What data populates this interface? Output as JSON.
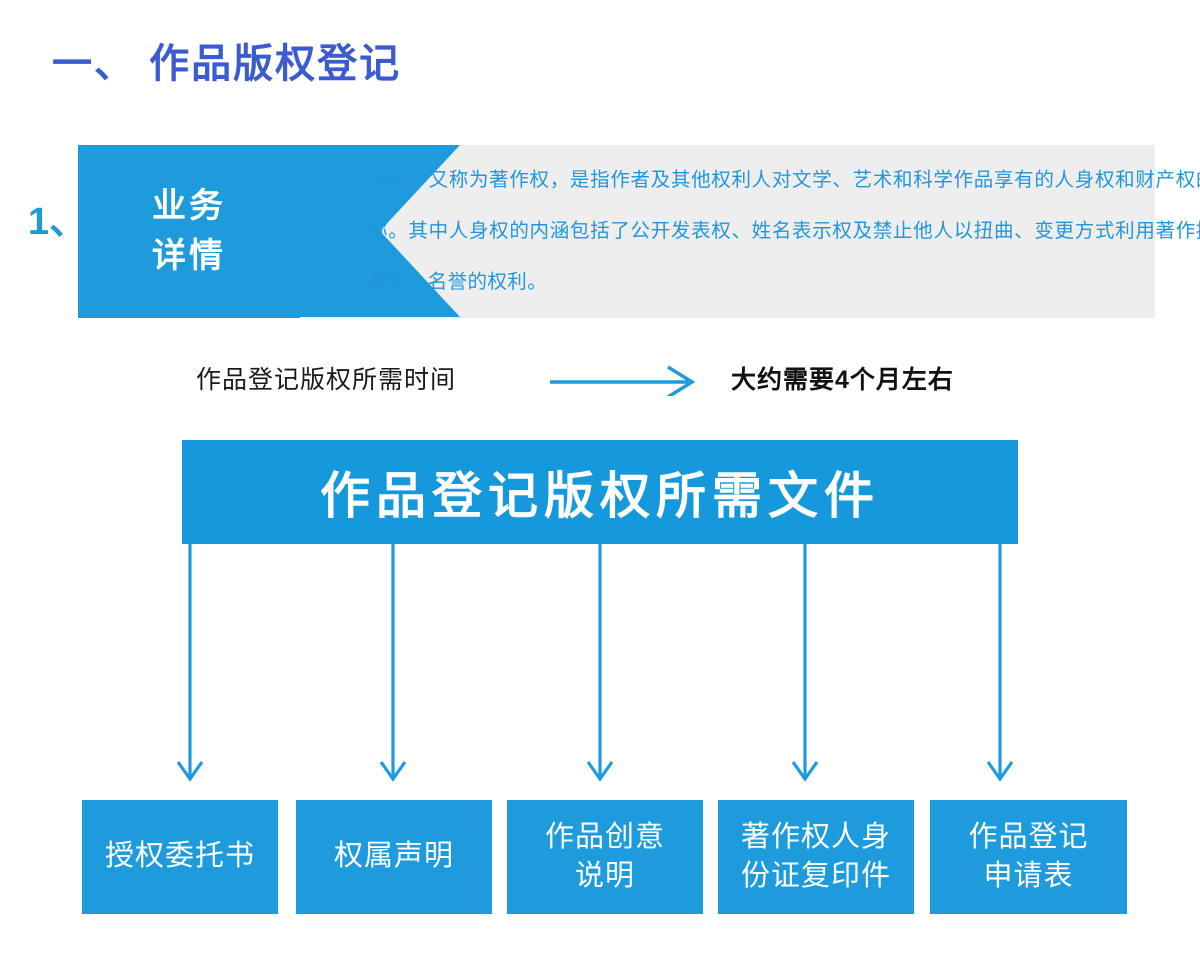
{
  "theme": {
    "brand_blue": "#1e9bdc",
    "banner_blue": "#1598dc",
    "title_blue": "#3b5bd0",
    "panel_gray": "#eeeeee",
    "text_blue": "#2196dd"
  },
  "heading": {
    "title": "一、 作品版权登记"
  },
  "detail_section": {
    "index": "1、",
    "tag_line1": "业务",
    "tag_line2": "详情",
    "paragraph": "版权，又称为著作权，是指作者及其他权利人对文学、艺术和科学作品享有的人身权和财产权的总称。其中人身权的内涵包括了公开发表权、姓名表示权及禁止他人以扭曲、变更方式利用著作损害著作人名誉的权利。"
  },
  "timing": {
    "label": "作品登记版权所需时间",
    "arrow_icon": "right-arrow-icon",
    "value": "大约需要4个月左右"
  },
  "documents": {
    "banner_title": "作品登记版权所需文件",
    "items": [
      {
        "label": "授权委托书"
      },
      {
        "label": "权属声明"
      },
      {
        "label": "作品创意\n说明"
      },
      {
        "label": "著作权人身\n份证复印件"
      },
      {
        "label": "作品登记\n申请表"
      }
    ]
  }
}
